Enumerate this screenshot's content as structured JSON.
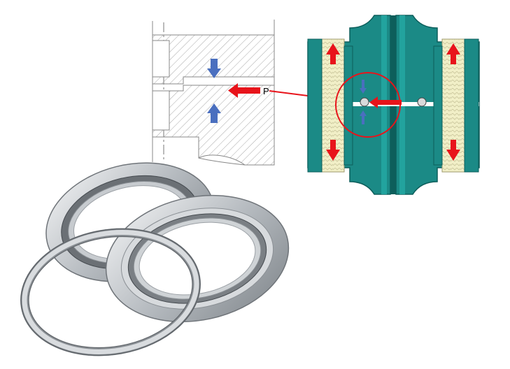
{
  "sketch": {
    "pressure_label": "P"
  },
  "colors": {
    "background": "#ffffff",
    "flange_teal": "#1b8a86",
    "flange_dark": "#0d5e5b",
    "bolt_cream": "#f1efc7",
    "arrow_red": "#e8141b",
    "arrow_blue": "#4a6fbf",
    "hatch": "#9a9a9a",
    "ring_steel": "#b9bdc2"
  },
  "icons": {
    "pressure_arrow": "red-arrow-left",
    "compression_arrows": "blue-arrow-pair",
    "bolt_tension_arrows": "red-arrow-vertical"
  }
}
